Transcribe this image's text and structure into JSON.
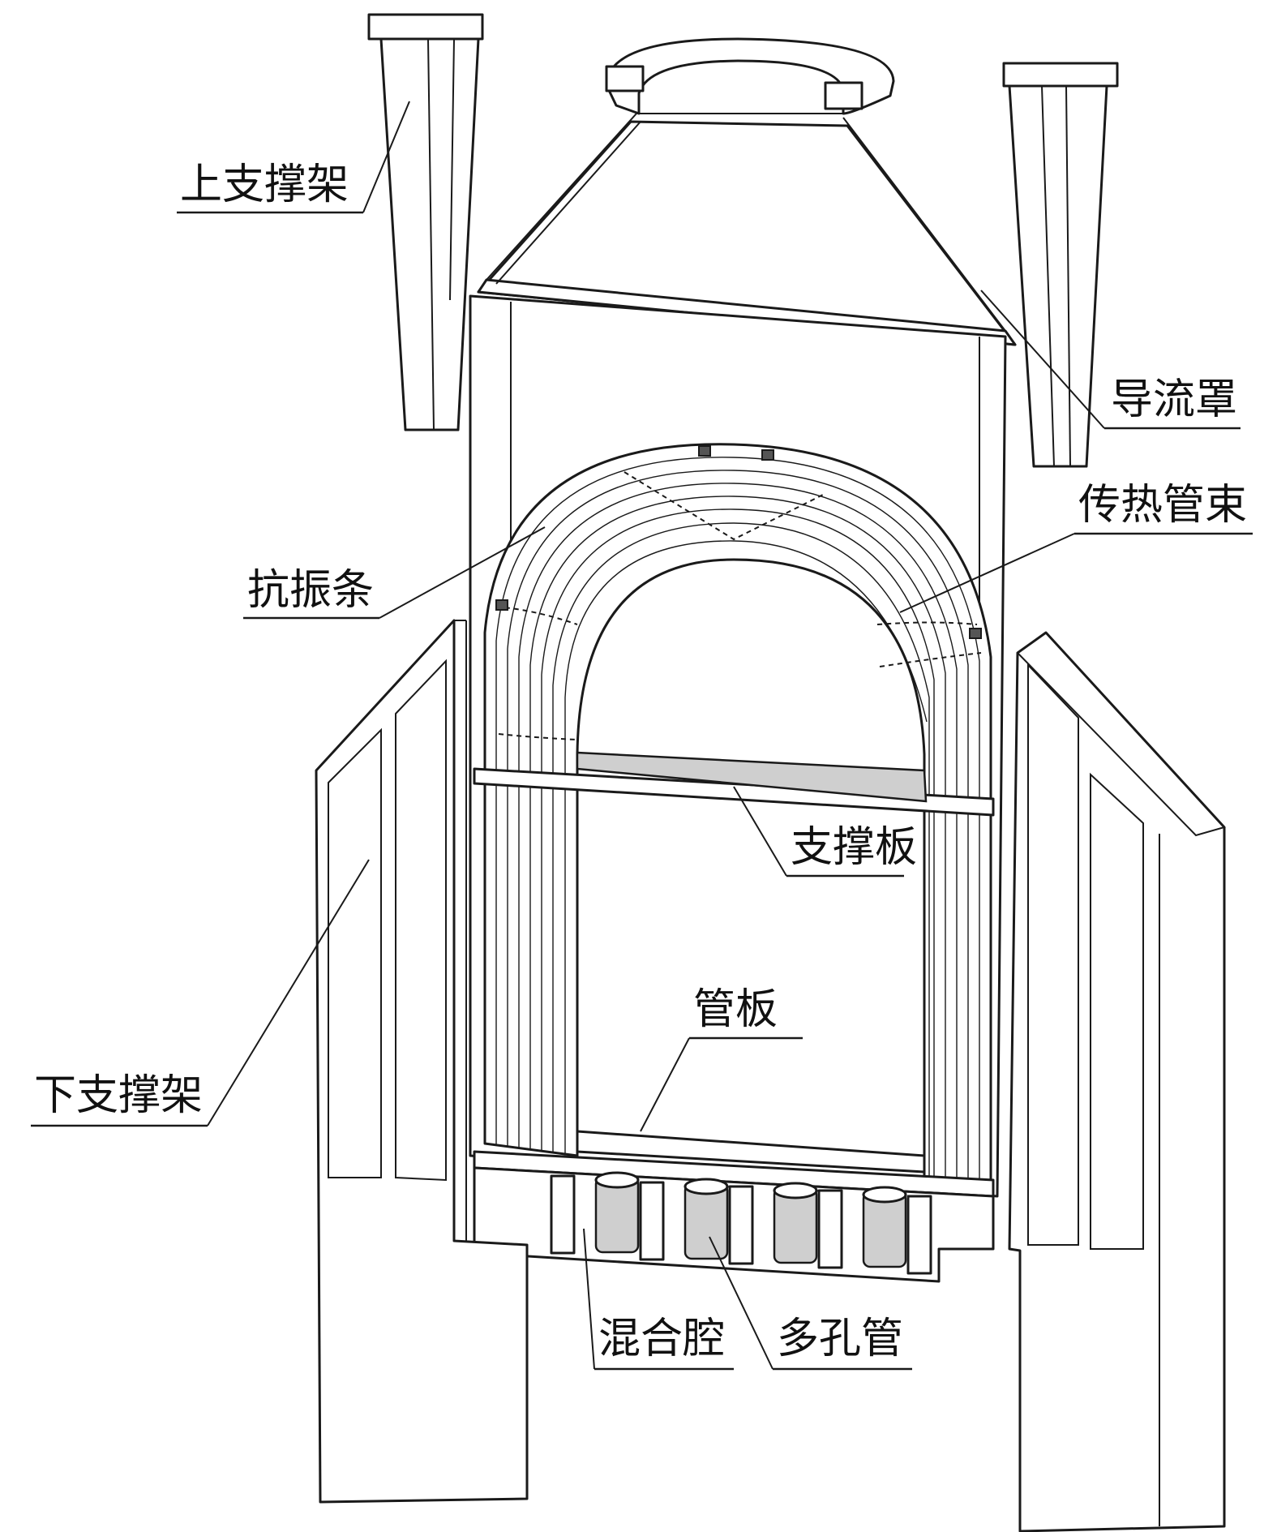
{
  "labels": {
    "upper_support": "上支撑架",
    "flow_guide_hood": "导流罩",
    "heat_transfer_tube_bundle": "传热管束",
    "anti_vibration_bar": "抗振条",
    "support_plate": "支撑板",
    "tube_sheet": "管板",
    "lower_support": "下支撑架",
    "mixing_chamber": "混合腔",
    "perforated_tube": "多孔管"
  }
}
